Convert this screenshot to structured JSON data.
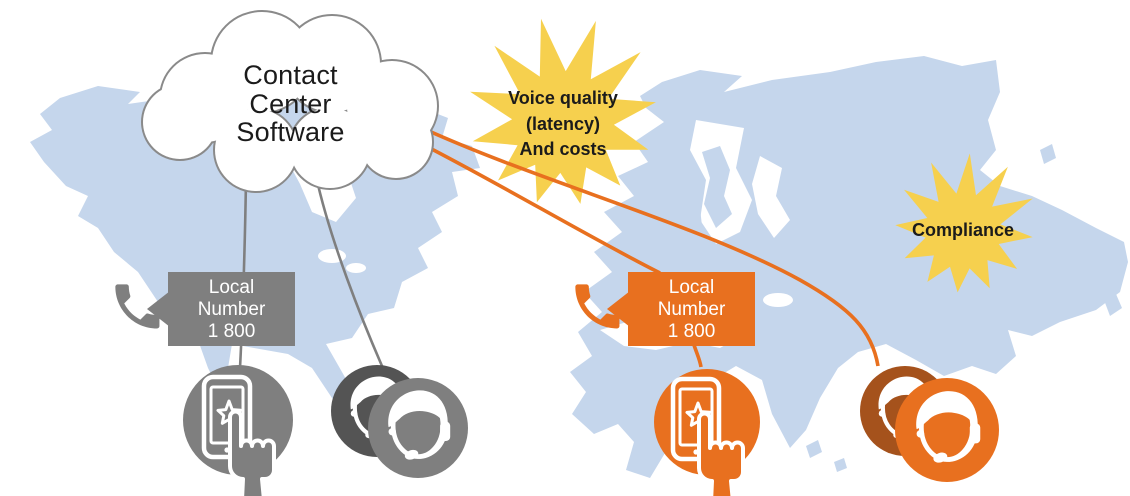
{
  "cloud": {
    "label": "Contact\nCenter\nSoftware"
  },
  "callouts": {
    "voice_quality": {
      "label": "Voice quality\n(latency)\nAnd costs"
    },
    "compliance": {
      "label": "Compliance"
    }
  },
  "gray_region": {
    "bubble_label": "Local\nNumber\n1 800"
  },
  "orange_region": {
    "bubble_label": "Local\nNumber\n1 800"
  },
  "icons": {
    "phone": "phone-handset-icon",
    "caller": "smartphone-tap-star-icon",
    "agent": "support-agent-headset-icon",
    "cloud": "cloud-shape",
    "callout": "starburst-shape"
  },
  "colors": {
    "map": "#C5D6EC",
    "gray": "#7F7F7F",
    "gray_dark": "#545454",
    "orange": "#E8701F",
    "orange_dark": "#A5521C",
    "burst": "#F6D04E",
    "cloud_stroke": "#8A8A8A",
    "line_gray": "#7F7F7F",
    "text_dark": "#1B1B1B",
    "text_light": "#FFFFFF"
  }
}
